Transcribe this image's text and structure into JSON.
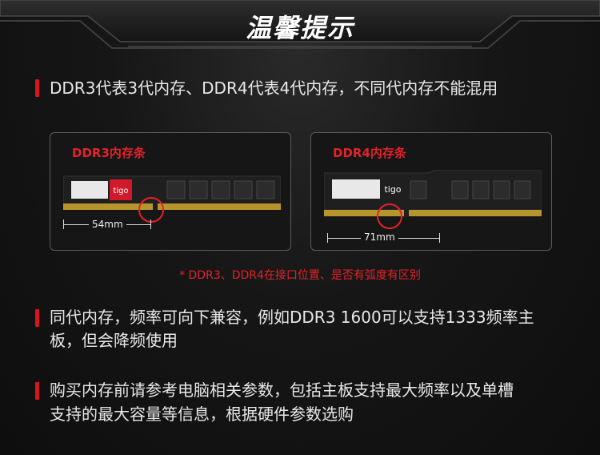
{
  "header": {
    "title": "温馨提示"
  },
  "lines": {
    "line1": "DDR3代表3代内存、DDR4代表4代内存，不同代内存不能混用",
    "line2a": "同代内存，频率可向下兼容，例如DDR3 1600可以支持1333频率主",
    "line2b": "板，但会降频使用",
    "line3a": "购买内存前请参考电脑相关参数，包括主板支持最大频率以及单槽",
    "line3b": "支持的最大容量等信息，根据硬件参数选购"
  },
  "panels": {
    "ddr3": {
      "title": "DDR3内存条",
      "measure": "54mm",
      "brand": "tigo"
    },
    "ddr4": {
      "title": "DDR4内存条",
      "measure": "71mm",
      "brand": "tigo"
    }
  },
  "note": "* DDR3、DDR4在接口位置、是否有弧度有区别",
  "colors": {
    "accent": "#e3222a",
    "bullet": "#d9141c"
  }
}
